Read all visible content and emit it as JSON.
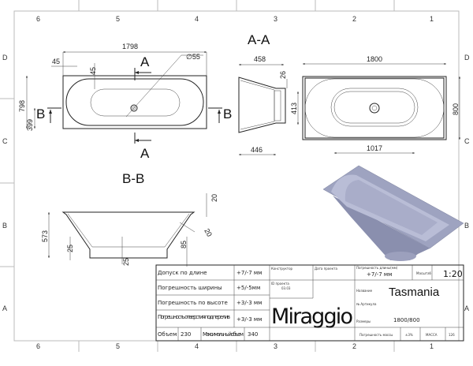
{
  "zones": {
    "columns": [
      "6",
      "5",
      "4",
      "3",
      "2",
      "1"
    ],
    "rows": [
      "D",
      "C",
      "B",
      "A"
    ]
  },
  "top_view": {
    "length": "1798",
    "width": "798",
    "half_width": "399",
    "rim_side": "45",
    "rim_top": "45",
    "drain": "∅55",
    "section_a": "A",
    "section_b": "B"
  },
  "section_aa": {
    "title": "A-A",
    "top": "458",
    "bottom": "446",
    "rim": "26"
  },
  "right_view": {
    "length": "1800",
    "width": "800",
    "inner_width": "413",
    "inner_length": "1017"
  },
  "section_bb": {
    "title": "B-B",
    "height": "573",
    "rim": "20",
    "wall": "20",
    "bottom": "25",
    "bottom2": "25",
    "foot": "85"
  },
  "colors": {
    "render": "#9ea3c0"
  },
  "title_block": {
    "rows": [
      {
        "label": "Допуск по длине",
        "value": "+7/-7 мм"
      },
      {
        "label": "Погрешность ширины",
        "value": "+5/-5мм"
      },
      {
        "label": "Погрешность по высоте",
        "value": "+3/-3 мм"
      },
      {
        "label": "Погрешность отверстия под перелив",
        "value": "+3/-3 мм"
      }
    ],
    "volume_label": "Объем",
    "volume": "230",
    "max_volume_label": "Максимальный объем",
    "max_volume": "340",
    "designer_label": "Конструктор",
    "date_label": "Дата проекта",
    "project_id_label": "ID проекта",
    "project_id": "03.03",
    "brand": "Miraggio",
    "length_tol_label": "Погрешность длины(мм)",
    "length_tol": "+7/-7 мм",
    "scale_label": "Масштаб",
    "scale": "1:20",
    "name_label": "Название",
    "name": "Tasmania",
    "article_label": "№ Артикула",
    "size_label": "Размеры",
    "size": "1800/800",
    "mass_tol_label": "Погрешность массы",
    "mass_tol": "±3%",
    "mass_label": "МАССА",
    "mass": "126"
  }
}
